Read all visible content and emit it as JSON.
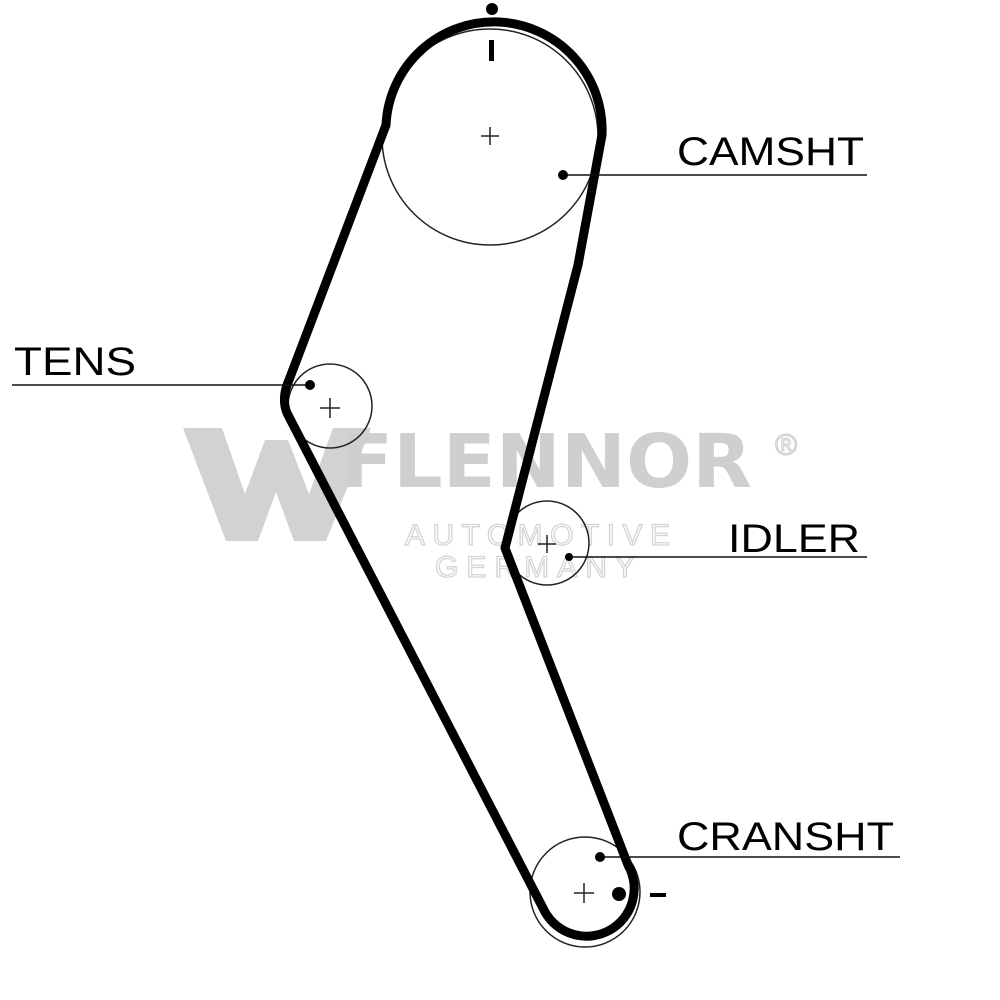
{
  "labels": {
    "camshaft": "CAMSHT",
    "tensioner": "TENS",
    "idler": "IDLER",
    "crankshaft": "CRANSHT"
  },
  "timing_marks": {
    "camshaft": "I",
    "crankshaft": "-"
  },
  "watermark": {
    "brand": "FLENNOR",
    "registered": "®",
    "line1": "AUTOMOTIVE",
    "line2": "GERMANY"
  },
  "colors": {
    "belt": "#000000",
    "line": "#111111",
    "watermark": "#cfcfcf"
  }
}
